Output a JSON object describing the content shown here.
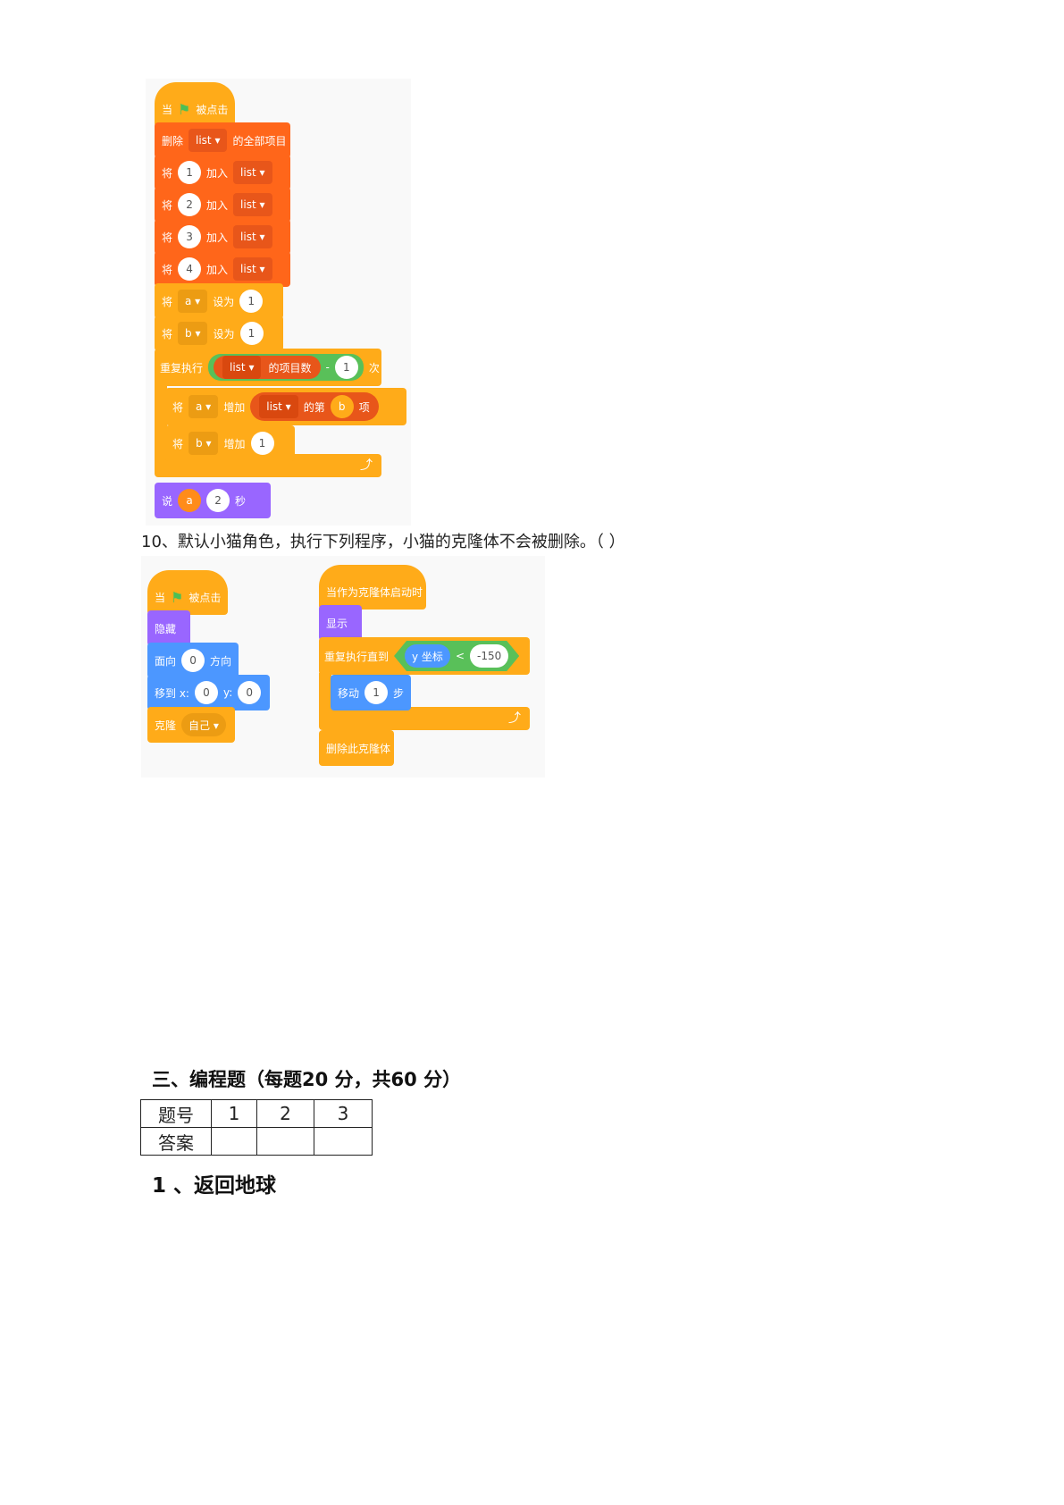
{
  "script1": {
    "hat": {
      "when": "当",
      "clicked": "被点击"
    },
    "delete": {
      "label": "删除",
      "list": "list ▾",
      "suffix": "的全部项目"
    },
    "adds": [
      {
        "verb": "将",
        "value": "1",
        "mid": "加入",
        "list": "list ▾"
      },
      {
        "verb": "将",
        "value": "2",
        "mid": "加入",
        "list": "list ▾"
      },
      {
        "verb": "将",
        "value": "3",
        "mid": "加入",
        "list": "list ▾"
      },
      {
        "verb": "将",
        "value": "4",
        "mid": "加入",
        "list": "list ▾"
      }
    ],
    "set_a": {
      "verb": "将",
      "var": "a ▾",
      "mid": "设为",
      "value": "1"
    },
    "set_b": {
      "verb": "将",
      "var": "b ▾",
      "mid": "设为",
      "value": "1"
    },
    "repeat": {
      "label": "重复执行",
      "list": "list ▾",
      "len": "的项目数",
      "minus": "-",
      "value": "1",
      "suffix": "次"
    },
    "change_a": {
      "verb": "将",
      "var": "a ▾",
      "mid": "增加",
      "list": "list ▾",
      "item": "的第",
      "idx": "b",
      "suffix": "项"
    },
    "change_b": {
      "verb": "将",
      "var": "b ▾",
      "mid": "增加",
      "value": "1"
    },
    "say": {
      "label": "说",
      "var": "a",
      "secs": "2",
      "suffix": "秒"
    }
  },
  "question10": "10、默认小猫角色，执行下列程序，小猫的克隆体不会被删除。（ ）",
  "script2": {
    "hat": {
      "when": "当",
      "clicked": "被点击"
    },
    "hide": "隐藏",
    "point": {
      "label": "面向",
      "value": "0",
      "suffix": "方向"
    },
    "goto": {
      "label": "移到 x:",
      "x": "0",
      "ylabel": "y:",
      "y": "0"
    },
    "clone": {
      "label": "克隆",
      "target": "自己 ▾"
    }
  },
  "script3": {
    "hat": "当作为克隆体启动时",
    "show": "显示",
    "repeat_until": {
      "label": "重复执行直到",
      "sensor": "y 坐标",
      "op": "<",
      "value": "-150"
    },
    "move": {
      "label": "移动",
      "value": "1",
      "suffix": "步"
    },
    "delete": "删除此克隆体"
  },
  "section3": {
    "heading": "三、编程题（每题20  分，共60  分）",
    "table": {
      "row1": [
        "题号",
        "1",
        "2",
        "3"
      ],
      "row2": [
        "答案",
        "",
        "",
        ""
      ]
    },
    "q1": "1 、返回地球"
  }
}
